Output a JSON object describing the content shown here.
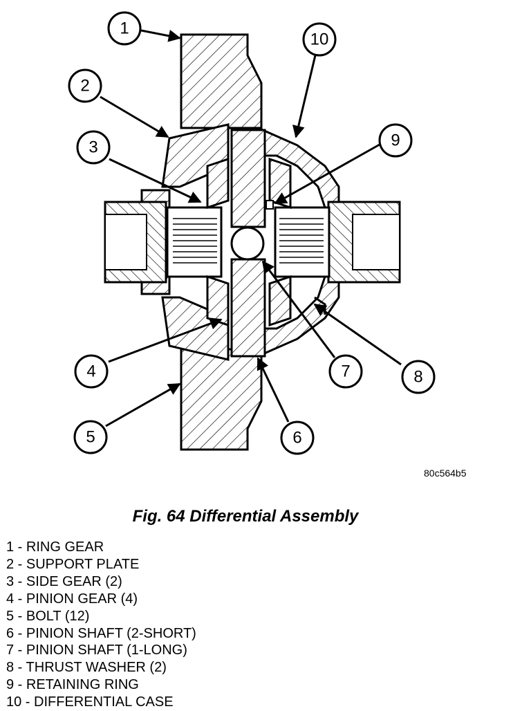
{
  "figure_code": "80c564b5",
  "caption": "Fig. 64 Differential Assembly",
  "callouts": [
    "1",
    "2",
    "3",
    "4",
    "5",
    "6",
    "7",
    "8",
    "9",
    "10"
  ],
  "legend": [
    "1 - RING GEAR",
    "2 - SUPPORT PLATE",
    "3 - SIDE GEAR (2)",
    "4 - PINION GEAR (4)",
    "5 - BOLT (12)",
    "6 - PINION SHAFT (2-SHORT)",
    "7 - PINION SHAFT (1-LONG)",
    "8 - THRUST WASHER (2)",
    "9 - RETAINING RING",
    "10 - DIFFERENTIAL CASE"
  ]
}
